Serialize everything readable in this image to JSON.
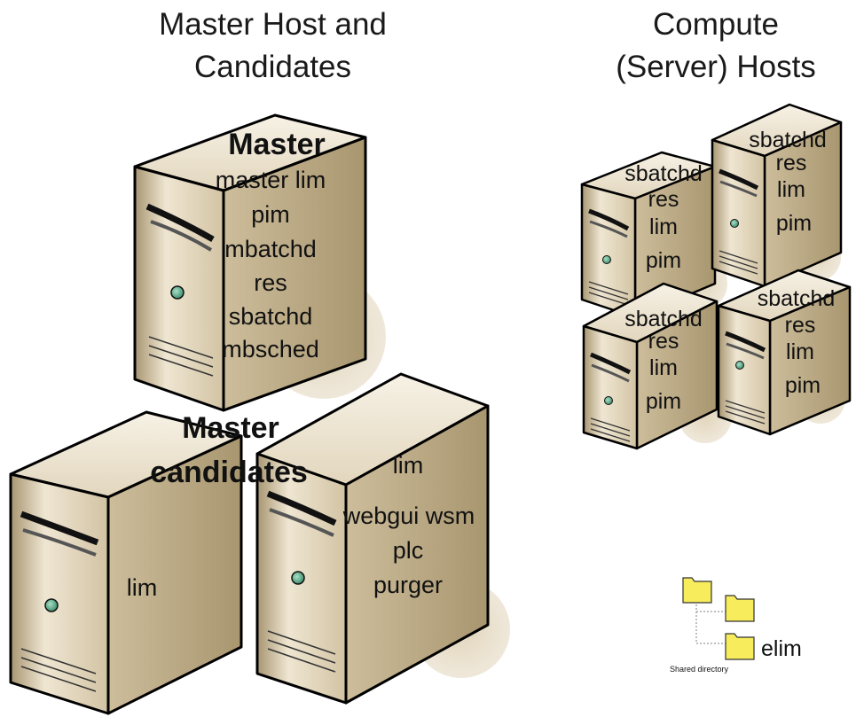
{
  "titles": {
    "master_group": [
      "Master Host and",
      "Candidates"
    ],
    "compute_group": [
      "Compute",
      "(Server) Hosts"
    ]
  },
  "master_server": {
    "heading": "Master",
    "processes": [
      "master lim",
      "pim",
      "mbatchd",
      "res",
      "sbatchd",
      "mbsched"
    ]
  },
  "candidates": {
    "heading": [
      "Master",
      "candidates"
    ],
    "left_server": {
      "processes": [
        "lim"
      ]
    },
    "right_server": {
      "processes": [
        "lim",
        "webgui wsm",
        "plc",
        "purger"
      ]
    }
  },
  "compute_servers": [
    {
      "processes": [
        "sbatchd",
        "res",
        "lim",
        "pim"
      ]
    },
    {
      "processes": [
        "sbatchd",
        "res",
        "lim",
        "pim"
      ]
    },
    {
      "processes": [
        "sbatchd",
        "res",
        "lim",
        "pim"
      ]
    },
    {
      "processes": [
        "sbatchd",
        "res",
        "lim",
        "pim"
      ]
    }
  ],
  "shared_directory": {
    "label": "Shared directory",
    "file_label": "elim"
  },
  "colors": {
    "server_front": "#dccfb4",
    "server_side": "#b9a886",
    "server_top": "#efe7d6",
    "shadow": "#e6dcc6",
    "led": "#5bae8c",
    "folder": "#f6ec5c"
  }
}
